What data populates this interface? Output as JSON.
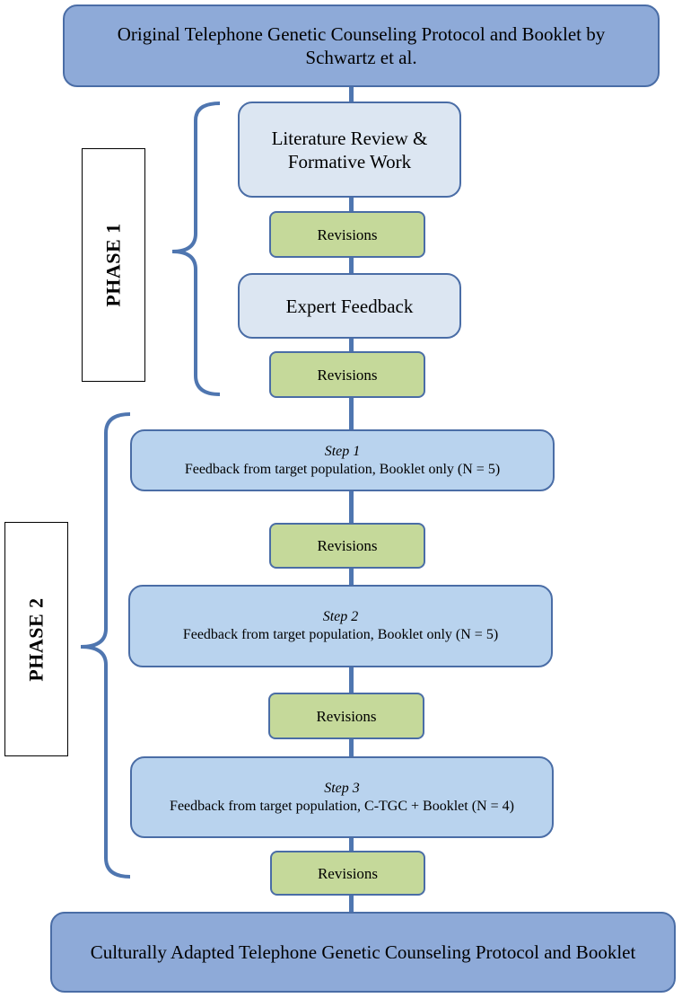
{
  "top_box": {
    "text": "Original Telephone Genetic Counseling Protocol and Booklet by Schwartz et al."
  },
  "phase1": {
    "label": "PHASE 1",
    "literature": "Literature Review & Formative Work",
    "revisions_1": "Revisions",
    "expert": "Expert Feedback",
    "revisions_2": "Revisions"
  },
  "phase2": {
    "label": "PHASE 2",
    "step1": {
      "title": "Step 1",
      "text": "Feedback from target population, Booklet only (N = 5)"
    },
    "revisions_1": "Revisions",
    "step2": {
      "title": "Step 2",
      "text": "Feedback from target population, Booklet only (N = 5)"
    },
    "revisions_2": "Revisions",
    "step3": {
      "title": "Step 3",
      "text": "Feedback from target population, C-TGC + Booklet (N = 4)"
    },
    "revisions_3": "Revisions"
  },
  "bottom_box": {
    "text": "Culturally Adapted Telephone Genetic Counseling Protocol and Booklet"
  },
  "colors": {
    "dark_box": "#8eaad8",
    "light_box": "#dce6f2",
    "step_box": "#b9d3ee",
    "revision_box": "#c5d99a",
    "line": "#4f76b0"
  }
}
